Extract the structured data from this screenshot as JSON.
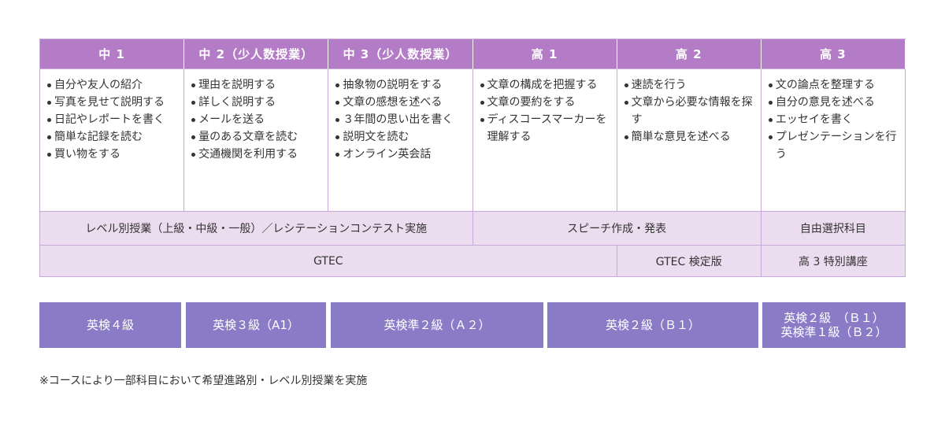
{
  "table": {
    "headers": [
      "中 1",
      "中 2（少人数授業）",
      "中 3（少人数授業）",
      "高 1",
      "高 2",
      "高 3"
    ],
    "items": [
      [
        "自分や友人の紹介",
        "写真を見せて説明する",
        "日記やレポートを書く",
        "簡単な記録を読む",
        "買い物をする"
      ],
      [
        "理由を説明する",
        "詳しく説明する",
        "メールを送る",
        "量のある文章を読む",
        "交通機関を利用する"
      ],
      [
        "抽象物の説明をする",
        "文章の感想を述べる",
        "３年間の思い出を書く",
        "説明文を読む",
        "オンライン英会話"
      ],
      [
        "文章の構成を把握する",
        "文章の要約をする",
        "ディスコースマーカーを理解する"
      ],
      [
        "速読を行う",
        "文章から必要な情報を探す",
        "簡単な意見を述べる"
      ],
      [
        "文の論点を整理する",
        "自分の意見を述べる",
        "エッセイを書く",
        "プレゼンテーションを行う"
      ]
    ],
    "band1": {
      "left": "レベル別授業（上級・中級・一般）／レシテーションコンテスト実施",
      "middle": "スピーチ作成・発表",
      "right": "自由選択科目"
    },
    "band2": {
      "left": "GTEC",
      "middle": "GTEC 検定版",
      "right": "高 3 特別講座"
    }
  },
  "badges": [
    {
      "line1": "英検４級",
      "line2": ""
    },
    {
      "line1": "英検３級（A1）",
      "line2": ""
    },
    {
      "line1": "英検準２級（Ａ２）",
      "line2": ""
    },
    {
      "line1": "英検２級（Ｂ１）",
      "line2": ""
    },
    {
      "line1": "英検２級　（Ｂ１）",
      "line2": "英検準１級（Ｂ２）"
    }
  ],
  "note": "※コースにより一部科目において希望進路別・レベル別授業を実施",
  "colors": {
    "header": "#b47cc7",
    "band": "#ecdcef",
    "badge": "#8a7bc6",
    "border": "#c9a9d6"
  }
}
